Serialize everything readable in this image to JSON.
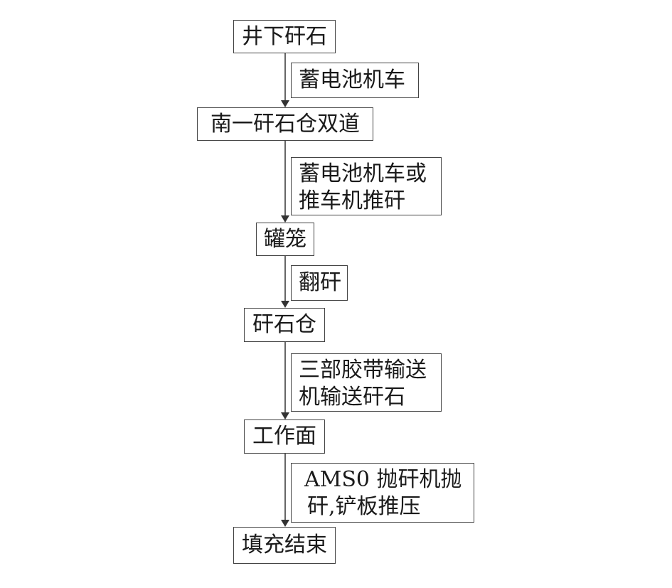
{
  "steps": [
    "井下矸石",
    "南一矸石仓双道",
    "罐笼",
    "矸石仓",
    "工作面",
    "填充结束"
  ],
  "transitions": [
    [
      "蓄电池机车"
    ],
    [
      "蓄电池机车或",
      "推车机推矸"
    ],
    [
      "翻矸"
    ],
    [
      "三部胶带输送",
      "机输送矸石"
    ],
    [
      "AMS0 抛矸机抛",
      "矸,铲板推压"
    ]
  ]
}
